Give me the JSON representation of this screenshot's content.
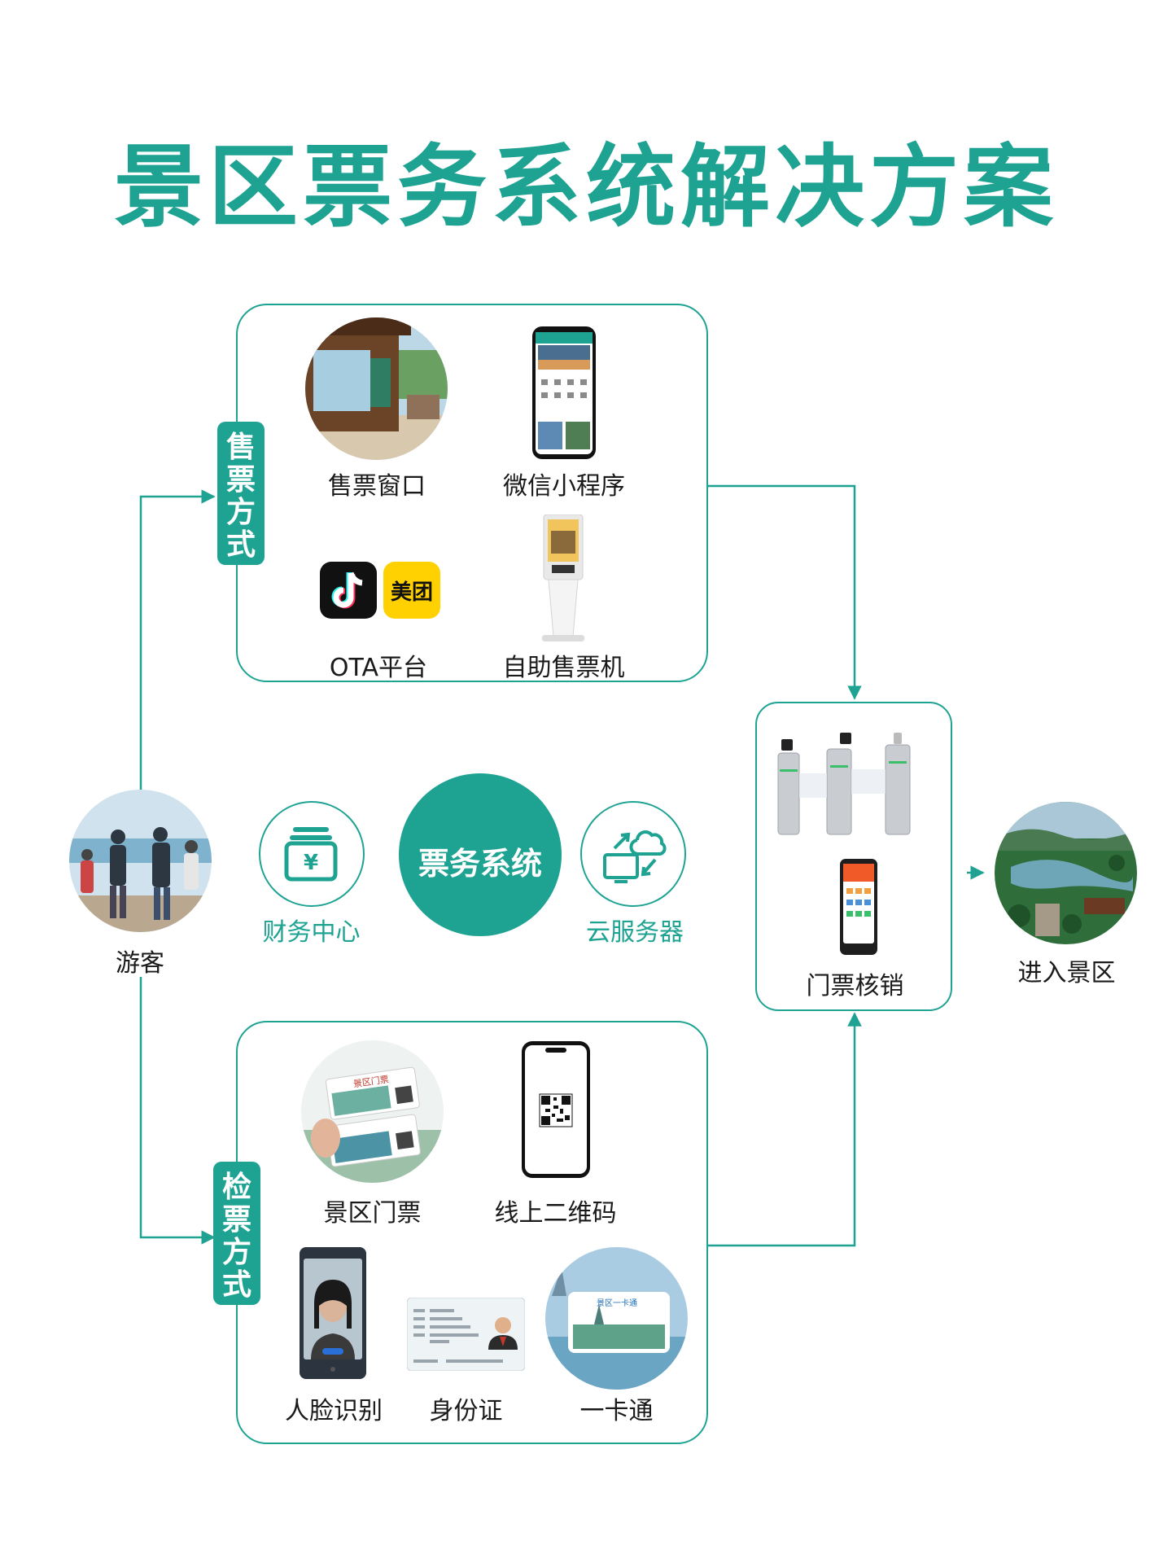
{
  "title": "景区票务系统解决方案",
  "sales": {
    "tab": [
      "售",
      "票",
      "方",
      "式"
    ],
    "items": {
      "window": "售票窗口",
      "wechat": "微信小程序",
      "ota": "OTA平台",
      "kiosk": "自助售票机"
    },
    "meituan_logo": "美团"
  },
  "check": {
    "tab": [
      "检",
      "票",
      "方",
      "式"
    ],
    "items": {
      "paper_ticket": "景区门票",
      "qrcode": "线上二维码",
      "face": "人脸识别",
      "idcard": "身份证",
      "card": "一卡通"
    },
    "card_brand": "景区一卡通",
    "paper_ticket_text": "景区门票"
  },
  "center": {
    "core": "票务系统",
    "finance": "财务中心",
    "cloud": "云服务器"
  },
  "visitor": "游客",
  "gate": "门票核销",
  "enter": "进入景区",
  "colors": {
    "accent": "#1ea393",
    "text": "#1a1a1a"
  },
  "icons": [
    "yen-stack-icon",
    "cloud-sync-icon",
    "tiktok-icon",
    "meituan-icon"
  ]
}
